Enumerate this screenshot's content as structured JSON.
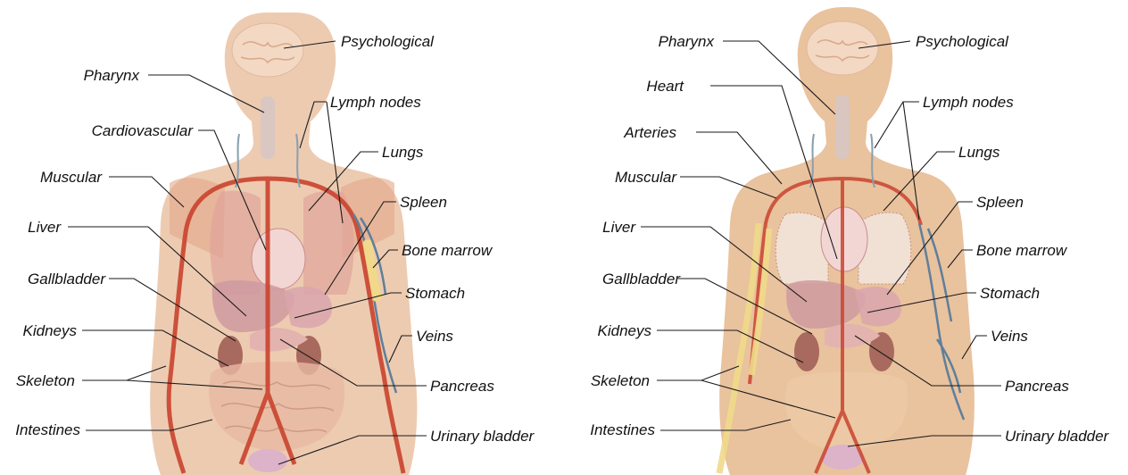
{
  "colors": {
    "skin_left": "#ecc8ad",
    "skin_right": "#e8bf99",
    "brain": "#f3d8c3",
    "muscle": "#d98a6d",
    "artery": "#c9432e",
    "vein": "#5f7f9a",
    "organ": "#d7a0a6",
    "kidney": "#a86a5e",
    "lung": "#dfa49a",
    "bone": "#f0d98a",
    "intestine": "#e7b9a2",
    "label_text": "#111111"
  },
  "left_figure": {
    "labels_left": [
      "Pharynx",
      "Cardiovascular",
      "Muscular",
      "Liver",
      "Gallbladder",
      "Kidneys",
      "Skeleton",
      "Intestines"
    ],
    "labels_right": [
      "Psychological",
      "Lymph nodes",
      "Lungs",
      "Spleen",
      "Bone marrow",
      "Stomach",
      "Veins",
      "Pancreas",
      "Urinary bladder"
    ]
  },
  "right_figure": {
    "labels_left": [
      "Pharynx",
      "Heart",
      "Arteries",
      "Muscular",
      "Liver",
      "Gallbladder",
      "Kidneys",
      "Skeleton",
      "Intestines"
    ],
    "labels_right": [
      "Psychological",
      "Lymph nodes",
      "Lungs",
      "Spleen",
      "Bone marrow",
      "Stomach",
      "Veins",
      "Pancreas",
      "Urinary bladder"
    ]
  }
}
